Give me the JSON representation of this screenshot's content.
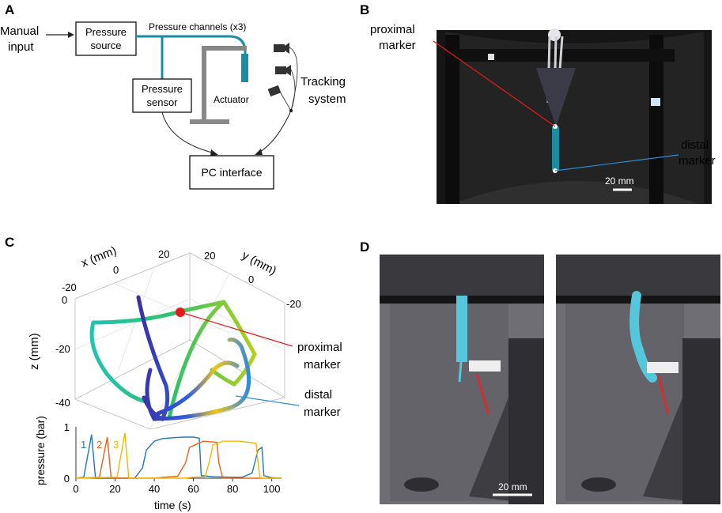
{
  "panels": {
    "a": {
      "letter": "A",
      "manual_input": [
        "Manual",
        "input"
      ],
      "pressure_source": [
        "Pressure",
        "source"
      ],
      "pressure_channels": "Pressure channels (x3)",
      "pressure_sensor": [
        "Pressure",
        "sensor"
      ],
      "actuator": "Actuator",
      "tracking_system": [
        "Tracking",
        "system"
      ],
      "pc_interface": "PC interface"
    },
    "b": {
      "letter": "B",
      "proximal_marker": [
        "proximal",
        "marker"
      ],
      "distal_marker": [
        "distal",
        "marker"
      ],
      "scale": "20 mm"
    },
    "c": {
      "letter": "C",
      "x_axis_label": "x (mm)",
      "y_axis_label": "y (mm)",
      "z_axis_label": "z (mm)",
      "x_ticks": [
        "-20",
        "0",
        "20"
      ],
      "y_ticks": [
        "20",
        "0",
        "-20"
      ],
      "z_ticks": [
        "0",
        "-20",
        "-40"
      ],
      "proximal_marker": [
        "proximal",
        "marker"
      ],
      "distal_marker": [
        "distal",
        "marker"
      ],
      "pressure_ylabel": "pressure (bar)",
      "time_xlabel": "time (s)",
      "channel_labels": [
        "1",
        "2",
        "3"
      ]
    },
    "d": {
      "letter": "D",
      "scale": "20 mm"
    }
  },
  "colors": {
    "channel_1": "#1f77b4",
    "channel_2": "#e8621a",
    "channel_3": "#f2b705",
    "marker_red": "#e41a1c",
    "distal_line": "#2a8fd6",
    "actuator_teal": "#1b8da3"
  },
  "chart_data": [
    {
      "type": "line",
      "title": "",
      "xlabel": "time (s)",
      "ylabel": "pressure (bar)",
      "xlim": [
        0,
        105
      ],
      "ylim": [
        0,
        1
      ],
      "x_ticks": [
        0,
        20,
        40,
        60,
        80,
        100
      ],
      "y_ticks": [
        0,
        1
      ],
      "series": [
        {
          "name": "1",
          "x": [
            0,
            4,
            8,
            10,
            29,
            30,
            34,
            36,
            40,
            44,
            50,
            55,
            60,
            63,
            64,
            70,
            80,
            85,
            90,
            93,
            95,
            96,
            100,
            105
          ],
          "y": [
            0,
            0.02,
            0.85,
            0,
            0,
            0,
            0.2,
            0.55,
            0.72,
            0.77,
            0.79,
            0.8,
            0.8,
            0.78,
            0.05,
            0.03,
            0.02,
            0.02,
            0.1,
            0.55,
            0.6,
            0.05,
            0.01,
            0
          ]
        },
        {
          "name": "2",
          "x": [
            0,
            12,
            16,
            18,
            40,
            45,
            52,
            56,
            58,
            65,
            72,
            73,
            75,
            105
          ],
          "y": [
            0,
            0.02,
            0.8,
            0,
            0,
            0.02,
            0.04,
            0.3,
            0.6,
            0.72,
            0.7,
            0.3,
            0,
            0
          ]
        },
        {
          "name": "3",
          "x": [
            0,
            21,
            25,
            27,
            55,
            60,
            66,
            68,
            70,
            75,
            83,
            88,
            92,
            93,
            94,
            98,
            102,
            105
          ],
          "y": [
            0,
            0.02,
            0.88,
            0,
            0,
            0.02,
            0.03,
            0.3,
            0.65,
            0.72,
            0.72,
            0.7,
            0.68,
            0.3,
            0,
            0,
            0,
            0
          ]
        }
      ]
    }
  ]
}
